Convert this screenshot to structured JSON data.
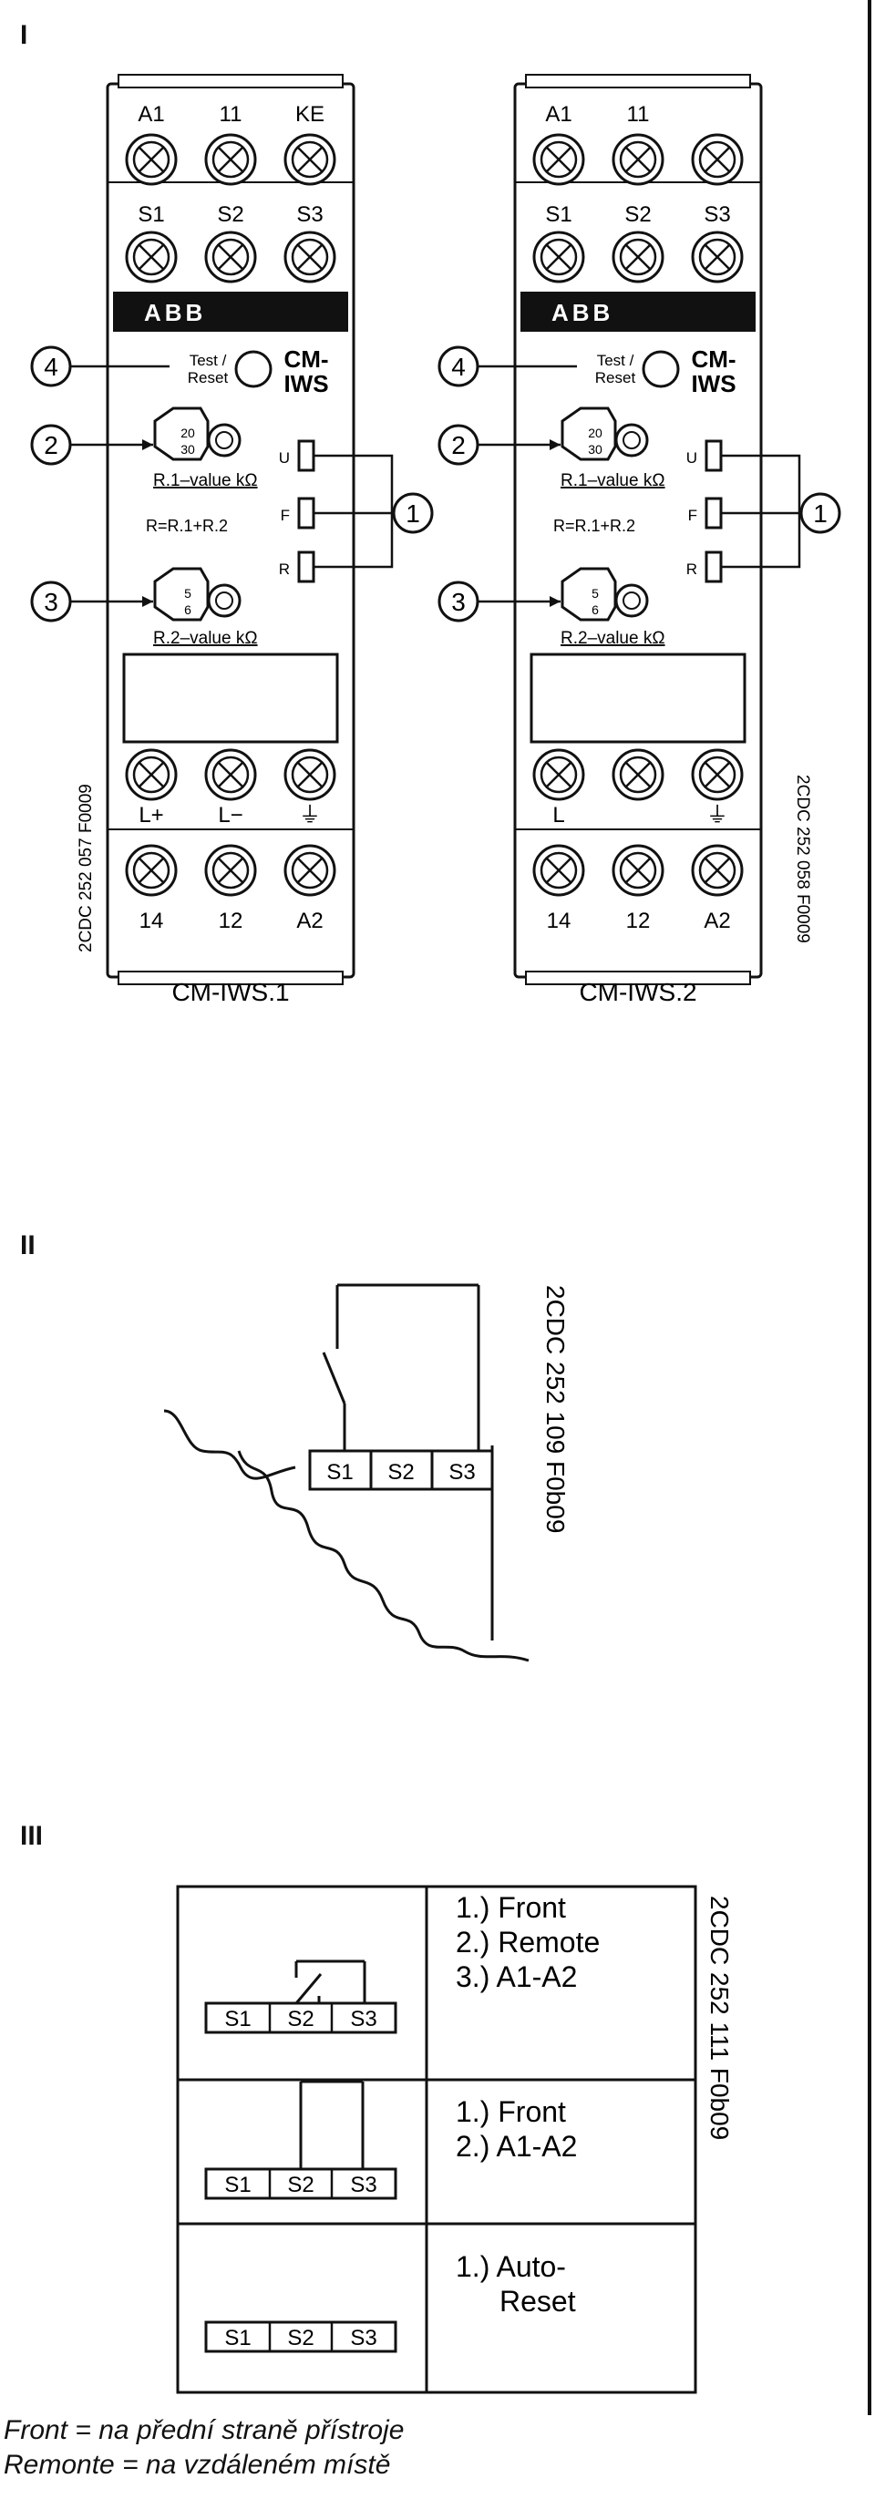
{
  "sections": {
    "I": "I",
    "II": "II",
    "III": "III"
  },
  "figure1": {
    "devices": [
      {
        "name": "CM-IWS.1",
        "top_terminals": [
          "A1",
          "11",
          "KE"
        ],
        "s_terminals": [
          "S1",
          "S2",
          "S3"
        ],
        "brand": "ABB",
        "test_label": "Test /\nReset",
        "model_label": "CM-\nIWS",
        "dial1_values": [
          "20",
          "30"
        ],
        "dial1_label": "R.1–value  kΩ",
        "formula": "R=R.1+R.2",
        "dial2_values": [
          "5",
          "6"
        ],
        "dial2_label": "R.2–value  kΩ",
        "leds": [
          "U",
          "F",
          "R"
        ],
        "bottom_labels": [
          "L+",
          "L−",
          "⏚"
        ],
        "out_terminals": [
          "14",
          "12",
          "A2"
        ],
        "doc_code": "2CDC 252 057 F0009"
      },
      {
        "name": "CM-IWS.2",
        "top_terminals": [
          "A1",
          "11",
          ""
        ],
        "s_terminals": [
          "S1",
          "S2",
          "S3"
        ],
        "brand": "ABB",
        "test_label": "Test /\nReset",
        "model_label": "CM-\nIWS",
        "dial1_values": [
          "20",
          "30"
        ],
        "dial1_label": "R.1–value  kΩ",
        "formula": "R=R.1+R.2",
        "dial2_values": [
          "5",
          "6"
        ],
        "dial2_label": "R.2–value  kΩ",
        "leds": [
          "U",
          "F",
          "R"
        ],
        "bottom_labels": [
          "L",
          "",
          "⏚"
        ],
        "out_terminals": [
          "14",
          "12",
          "A2"
        ],
        "doc_code": "2CDC 252 058 F0009"
      }
    ],
    "callouts": [
      "1",
      "2",
      "3",
      "4"
    ]
  },
  "figure2": {
    "terminals": [
      "S1",
      "S2",
      "S3"
    ],
    "doc_code": "2CDC 252 109 F0b09"
  },
  "figure3": {
    "rows": [
      {
        "terminals": [
          "S1",
          "S2",
          "S3"
        ],
        "description": [
          "1.) Front",
          "2.) Remote",
          "3.) A1-A2"
        ]
      },
      {
        "terminals": [
          "S1",
          "S2",
          "S3"
        ],
        "description": [
          "1.) Front",
          "2.) A1-A2"
        ]
      },
      {
        "terminals": [
          "S1",
          "S2",
          "S3"
        ],
        "description": [
          "1.) Auto-",
          "Reset"
        ]
      }
    ],
    "doc_code": "2CDC 252 111 F0b09"
  },
  "footnotes": [
    "Front = na přední straně přístroje",
    "Remonte = na vzdáleném místě"
  ],
  "colors": {
    "ink": "#111111",
    "bar": "#111111",
    "paper": "#ffffff"
  }
}
